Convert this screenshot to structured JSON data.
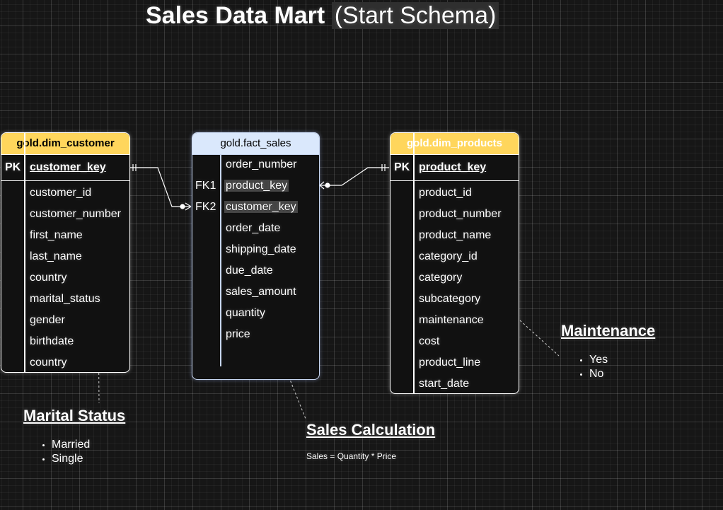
{
  "title": {
    "main": "Sales Data Mart",
    "sub": "(Start Schema)"
  },
  "dim_customer": {
    "name": "gold.dim_customer",
    "pk_label": "PK",
    "pk_column": "customer_key",
    "columns": [
      "customer_id",
      "customer_number",
      "first_name",
      "last_name",
      "country",
      "marital_status",
      "gender",
      "birthdate",
      "country"
    ]
  },
  "fact_sales": {
    "name": "gold.fact_sales",
    "fk1_label": "FK1",
    "fk2_label": "FK2",
    "columns": [
      "order_number",
      "product_key",
      "customer_key",
      "order_date",
      "shipping_date",
      "due_date",
      "sales_amount",
      "quantity",
      "price"
    ]
  },
  "dim_products": {
    "name": "gold.dim_products",
    "pk_label": "PK",
    "pk_column": "product_key",
    "columns": [
      "product_id",
      "product_number",
      "product_name",
      "category_id",
      "category",
      "subcategory",
      "maintenance",
      "cost",
      "product_line",
      "start_date"
    ]
  },
  "notes": {
    "marital_status": {
      "title": "Marital Status",
      "items": [
        "Married",
        "Single"
      ]
    },
    "sales_calculation": {
      "title": "Sales Calculation",
      "formula": "Sales = Quantity * Price"
    },
    "maintenance": {
      "title": "Maintenance",
      "items": [
        "Yes",
        "No"
      ]
    }
  },
  "colors": {
    "dim_header": "#ffd65c",
    "fact_header": "#dae8fc",
    "background": "#161616"
  }
}
